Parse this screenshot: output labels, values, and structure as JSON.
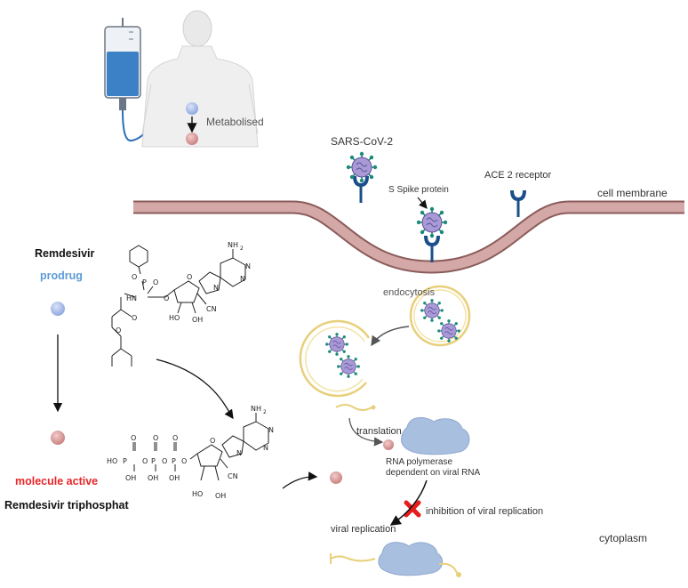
{
  "labels": {
    "metabolised": "Metabolised",
    "sars_cov2": "SARS-CoV-2",
    "s_spike": "S Spike protein",
    "ace2": "ACE 2 receptor",
    "cell_membrane": "cell membrane",
    "endocytosis": "endocytosis",
    "translation": "translation",
    "rna_pol_line1": "RNA polymerase",
    "rna_pol_line2": "dependent on viral RNA",
    "inhibition": "inhibition of viral replication",
    "viral_replication": "viral replication",
    "cytoplasm": "cytoplasm",
    "remdesivir": "Remdesivir",
    "prodrug": "prodrug",
    "molecule_active": "molecule active",
    "remdesivir_tp": "Remdesivir triphosphat"
  },
  "chem": {
    "o": "O",
    "p": "P",
    "hn": "HN",
    "nh2": "NH",
    "n": "N",
    "cn": "CN",
    "ho": "HO",
    "oh": "OH",
    "ho_p": "HO",
    "two": "2"
  },
  "colors": {
    "prodrug": "#5b9bd5",
    "active": "#e8262a",
    "membrane": "#c89a98",
    "virus": "#1b8a7a",
    "receptor": "#1c4f8a"
  }
}
